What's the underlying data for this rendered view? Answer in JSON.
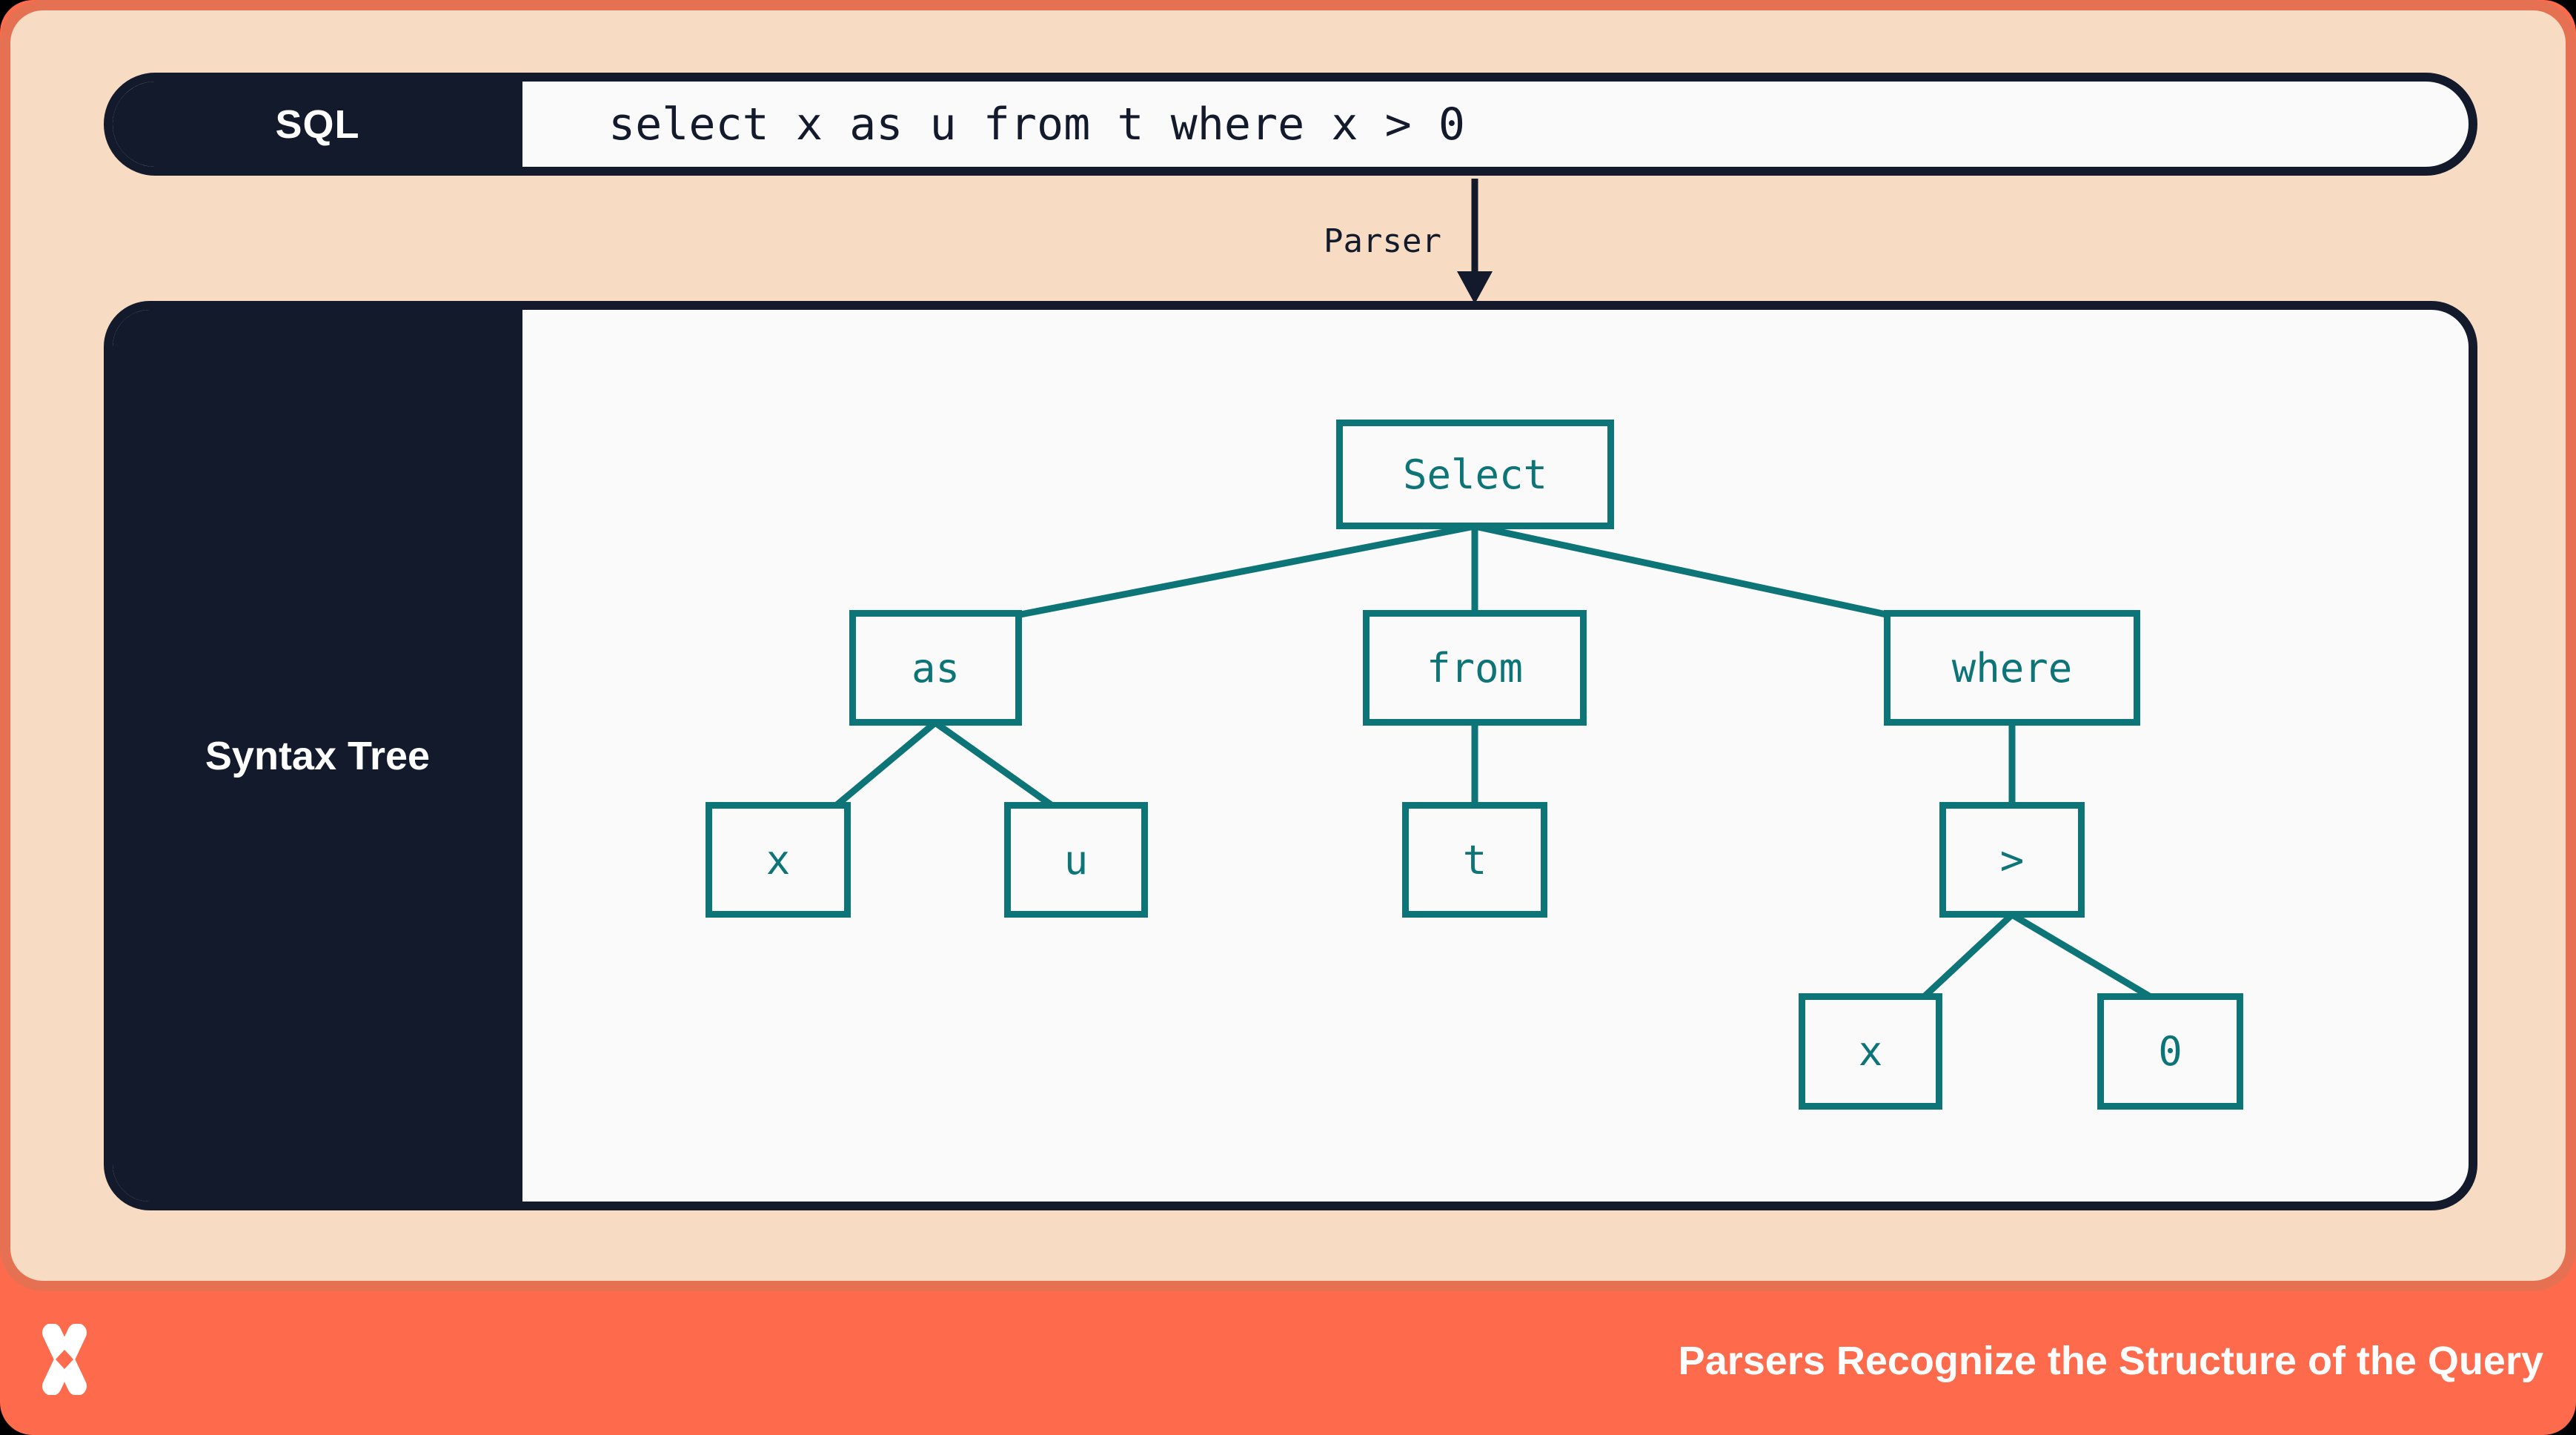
{
  "header": {
    "badge": "SQL",
    "code": "select x as u from t where x > 0"
  },
  "parser": {
    "label": "Parser"
  },
  "syntax_tree": {
    "badge": "Syntax Tree",
    "nodes": [
      {
        "id": "select",
        "label": "Select"
      },
      {
        "id": "as",
        "label": "as"
      },
      {
        "id": "from",
        "label": "from"
      },
      {
        "id": "where",
        "label": "where"
      },
      {
        "id": "x-alias",
        "label": "x"
      },
      {
        "id": "u",
        "label": "u"
      },
      {
        "id": "t",
        "label": "t"
      },
      {
        "id": "gt",
        "label": ">"
      },
      {
        "id": "x-cond",
        "label": "x"
      },
      {
        "id": "zero",
        "label": "0"
      }
    ],
    "edges": [
      [
        "select",
        "as"
      ],
      [
        "select",
        "from"
      ],
      [
        "select",
        "where"
      ],
      [
        "as",
        "x-alias"
      ],
      [
        "as",
        "u"
      ],
      [
        "from",
        "t"
      ],
      [
        "where",
        "gt"
      ],
      [
        "gt",
        "x-cond"
      ],
      [
        "gt",
        "zero"
      ]
    ]
  },
  "footer": {
    "title": "Parsers Recognize the Structure of the Query"
  },
  "colors": {
    "coral": "#fe6a4c",
    "coral_frame": "#e67152",
    "peach": "#f8dbc3",
    "navy": "#131a2b",
    "offwhite": "#fafafa",
    "teal": "#0d7478"
  }
}
